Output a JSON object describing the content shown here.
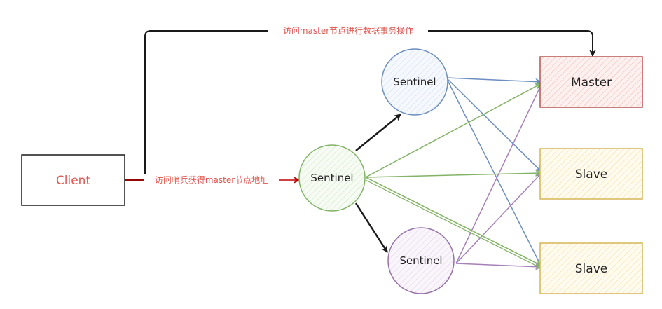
{
  "nodes": {
    "client": {
      "label": "Client",
      "text_color": "#e0584f"
    },
    "sentinel_main": {
      "label": "Sentinel",
      "stroke": "#82b366"
    },
    "sentinel_top": {
      "label": "Sentinel",
      "stroke": "#6c8ebf"
    },
    "sentinel_bottom": {
      "label": "Sentinel",
      "stroke": "#9673a6"
    },
    "master": {
      "label": "Master",
      "stroke": "#b85450",
      "fill": "#f8cecc"
    },
    "slave_top": {
      "label": "Slave",
      "stroke": "#d6b656",
      "fill": "#fff2cc"
    },
    "slave_bottom": {
      "label": "Slave",
      "stroke": "#d6b656",
      "fill": "#fff2cc"
    }
  },
  "edges": {
    "client_to_master_label": "访问master节点进行数据事务操作",
    "client_to_sentinel_label": "访问哨兵获得master节点地址"
  },
  "colors": {
    "black_edge": "#1a1a1a",
    "red_edge": "#c00000",
    "blue_edge": "#6c8ebf",
    "green_edge": "#82b366",
    "purple_edge": "#a680b8"
  }
}
